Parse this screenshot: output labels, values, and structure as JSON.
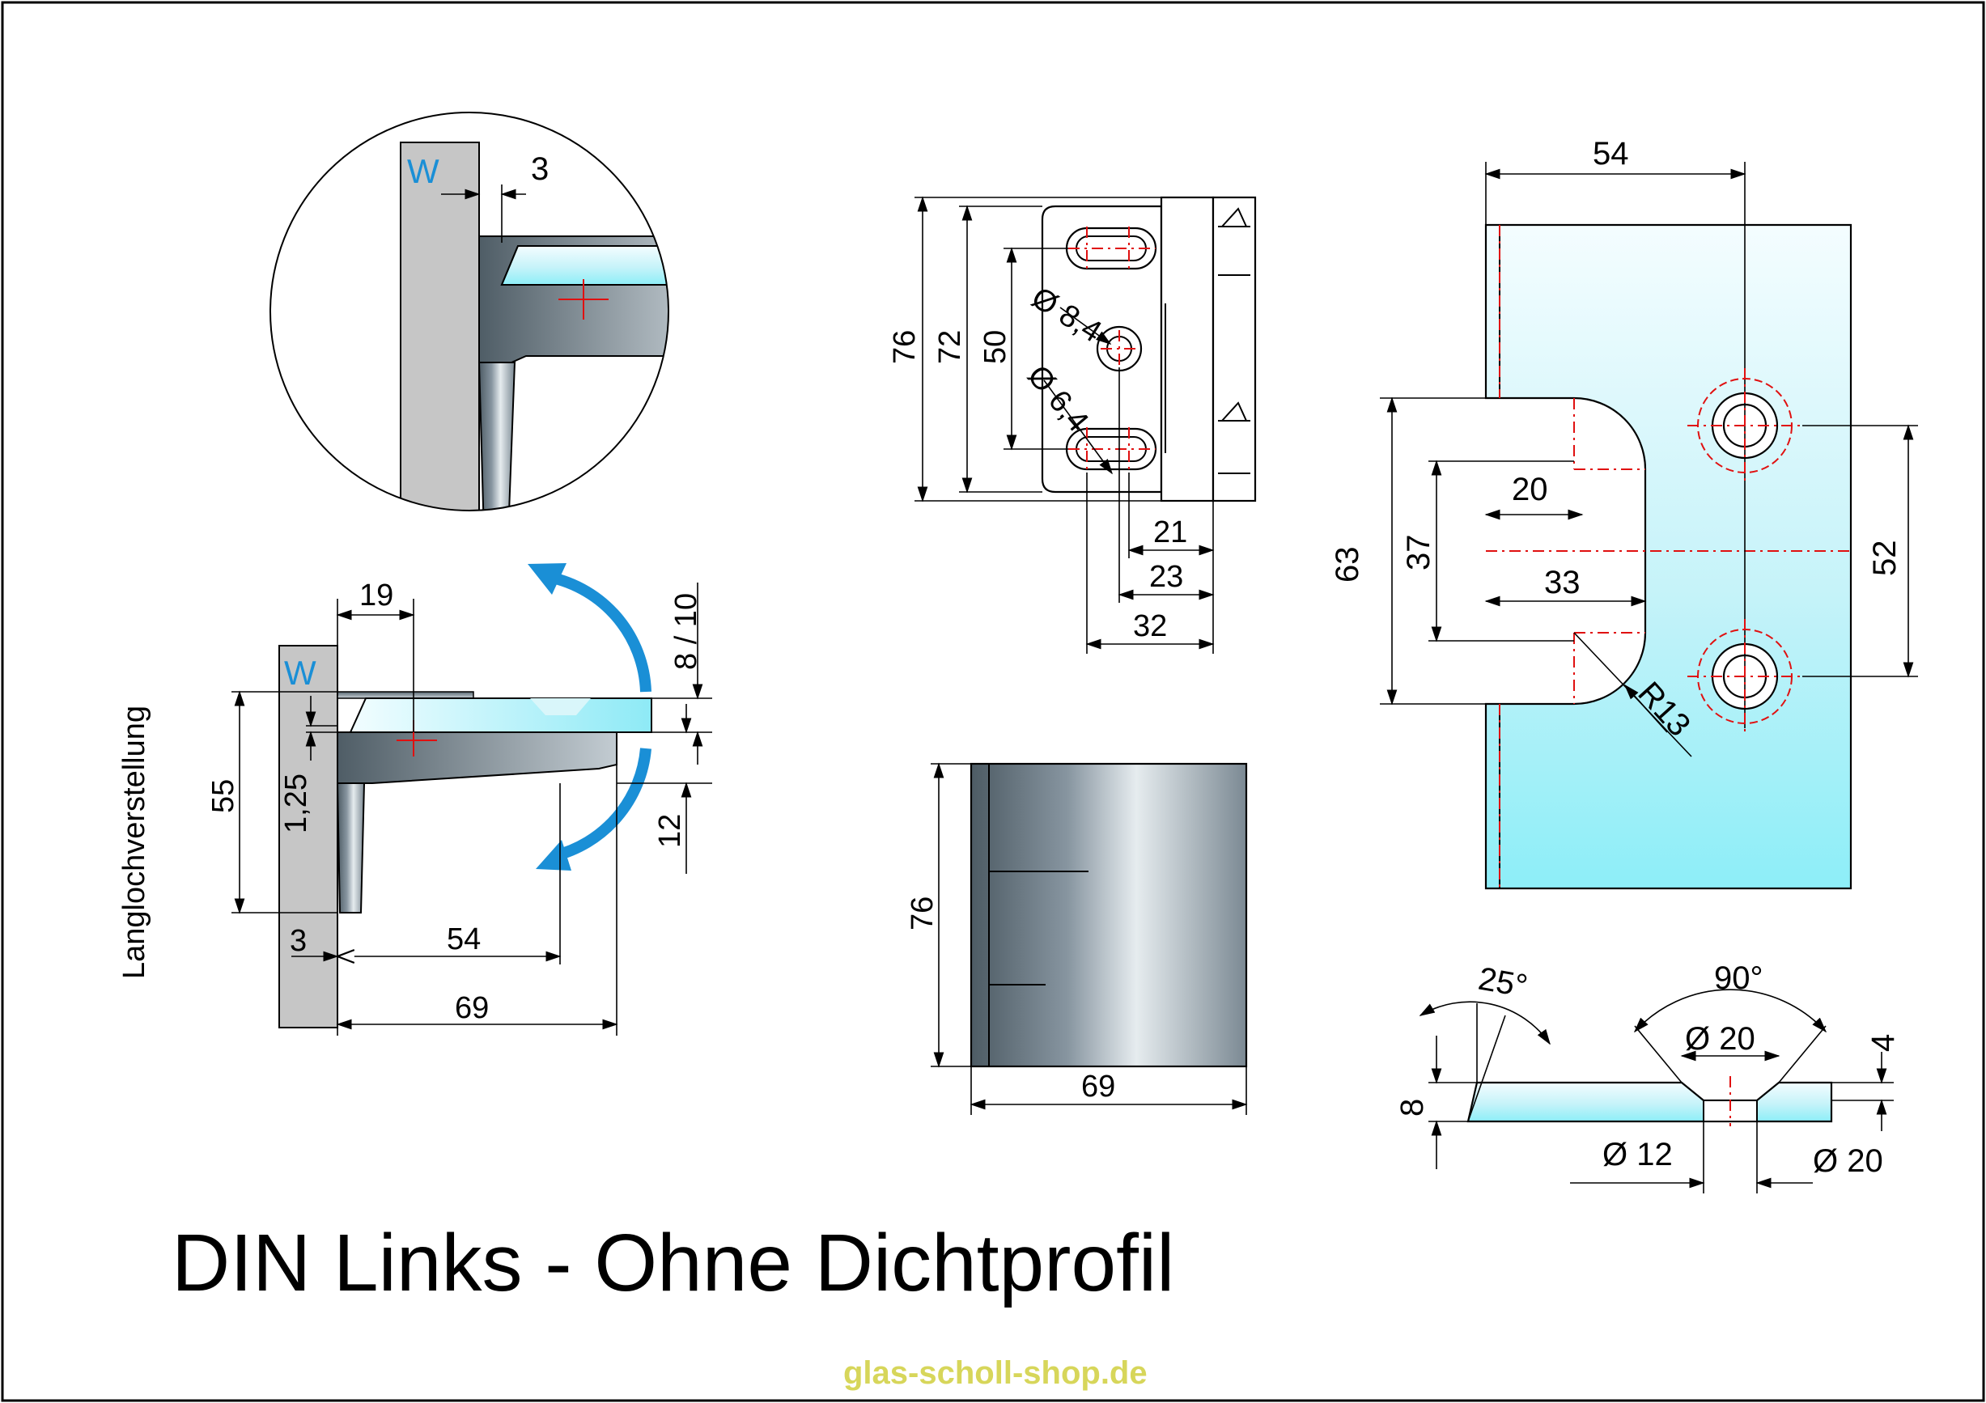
{
  "title": "DIN Links - Ohne Dichtprofil",
  "side_label": "Langlochverstellung",
  "watermark": "glas-scholl-shop.de",
  "wall_marker": "W",
  "colors": {
    "wall": "#c6c6c6",
    "glass": "#a8eef6",
    "metal_dark": "#5d6c76",
    "metal_light": "#dfe6ea",
    "arrow": "#1a8fd6",
    "centerline": "#e01010",
    "watermark": "#d7d65a"
  },
  "detail_view": {
    "gap": "3"
  },
  "side_view": {
    "d19": "19",
    "d8_10": "8 / 10",
    "d1_25": "1,25",
    "d55": "55",
    "d12": "12",
    "d3": "3",
    "d54": "54",
    "d69": "69"
  },
  "plate_view": {
    "d76": "76",
    "d72": "72",
    "d50": "50",
    "dia84": "Ø 8,4",
    "dia64": "Ø 6,4",
    "d21": "21",
    "d23": "23",
    "d32": "32"
  },
  "block_view": {
    "d76": "76",
    "d69": "69"
  },
  "glass_view": {
    "d54": "54",
    "d63": "63",
    "d37": "37",
    "d20": "20",
    "d33": "33",
    "d52": "52",
    "r13": "R13"
  },
  "section_view": {
    "a25": "25°",
    "a90": "90°",
    "dia20_top": "Ø 20",
    "d4": "4",
    "d8": "8",
    "dia12": "Ø 12",
    "dia20_bottom": "Ø 20"
  }
}
